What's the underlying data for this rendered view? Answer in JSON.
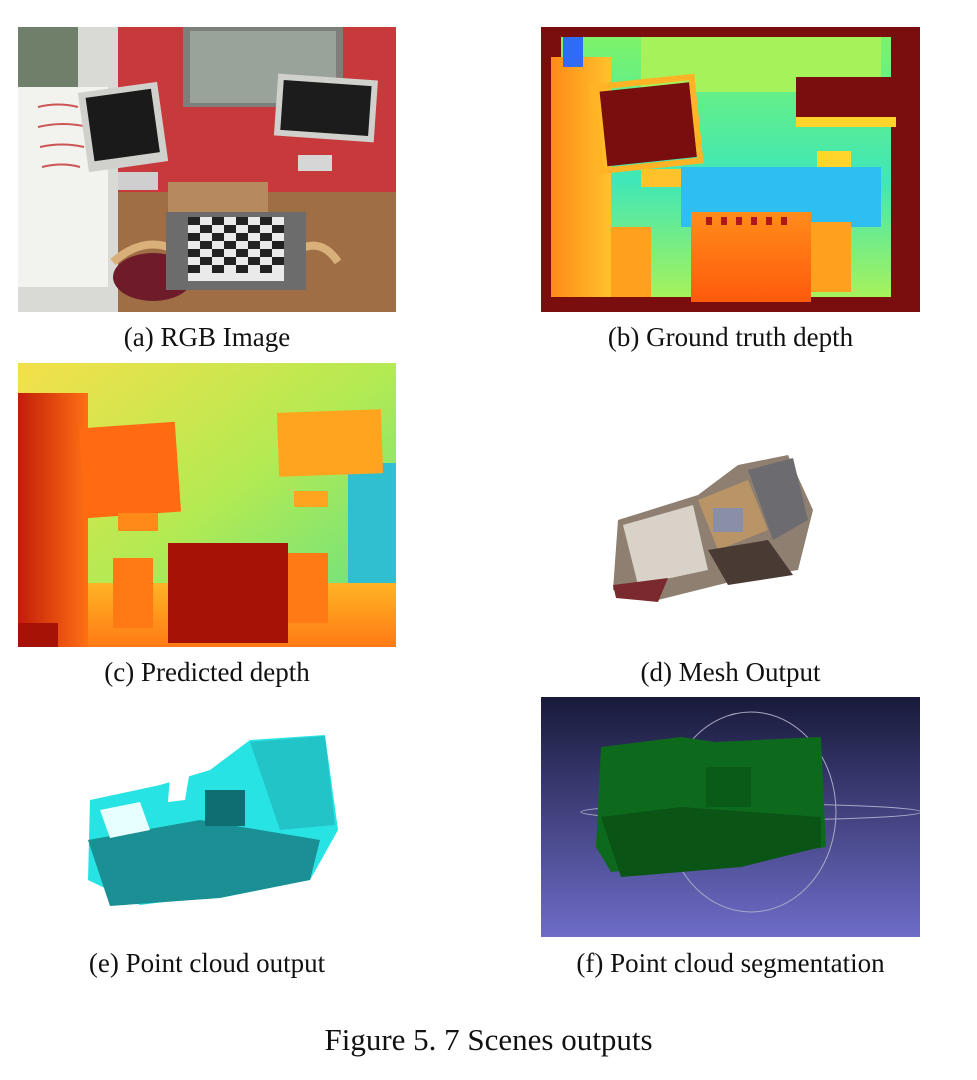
{
  "figure": {
    "caption": "Figure 5. 7 Scenes outputs",
    "panels": [
      {
        "id": "a",
        "caption": "(a) RGB Image"
      },
      {
        "id": "b",
        "caption": "(b) Ground truth depth"
      },
      {
        "id": "c",
        "caption": "(c) Predicted depth"
      },
      {
        "id": "d",
        "caption": "(d) Mesh Output"
      },
      {
        "id": "e",
        "caption": "(e) Point cloud output"
      },
      {
        "id": "f",
        "caption": "(f) Point cloud segmentation"
      }
    ]
  }
}
